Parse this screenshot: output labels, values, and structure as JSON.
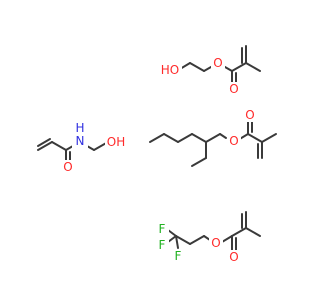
{
  "colors": {
    "bond": "#3a3a3a",
    "carbon": "#3a3a3a",
    "oxygen": "#ff2a2a",
    "nitrogen": "#3030e0",
    "fluorine": "#22b222",
    "background": "#ffffff"
  },
  "molecules": [
    {
      "name": "2-hydroxyethyl methacrylate",
      "atoms": [
        {
          "id": "ho",
          "text": "HO",
          "element": "oxygen"
        },
        {
          "id": "o_ester",
          "text": "O",
          "element": "oxygen"
        },
        {
          "id": "o_carbonyl",
          "text": "O",
          "element": "oxygen"
        }
      ]
    },
    {
      "name": "N-(hydroxymethyl)acrylamide",
      "atoms": [
        {
          "id": "nh",
          "text": "N",
          "element": "nitrogen"
        },
        {
          "id": "h",
          "text": "H",
          "element": "nitrogen"
        },
        {
          "id": "oh",
          "text": "OH",
          "element": "oxygen"
        },
        {
          "id": "o_carbonyl",
          "text": "O",
          "element": "oxygen"
        }
      ]
    },
    {
      "name": "2-ethylhexyl methacrylate",
      "atoms": [
        {
          "id": "o_ester",
          "text": "O",
          "element": "oxygen"
        },
        {
          "id": "o_carbonyl",
          "text": "O",
          "element": "oxygen"
        }
      ]
    },
    {
      "name": "3,3,3-trifluoropropyl methacrylate",
      "atoms": [
        {
          "id": "f1",
          "text": "F",
          "element": "fluorine"
        },
        {
          "id": "f2",
          "text": "F",
          "element": "fluorine"
        },
        {
          "id": "f3",
          "text": "F",
          "element": "fluorine"
        },
        {
          "id": "o_ester",
          "text": "O",
          "element": "oxygen"
        },
        {
          "id": "o_carbonyl",
          "text": "O",
          "element": "oxygen"
        }
      ]
    }
  ]
}
